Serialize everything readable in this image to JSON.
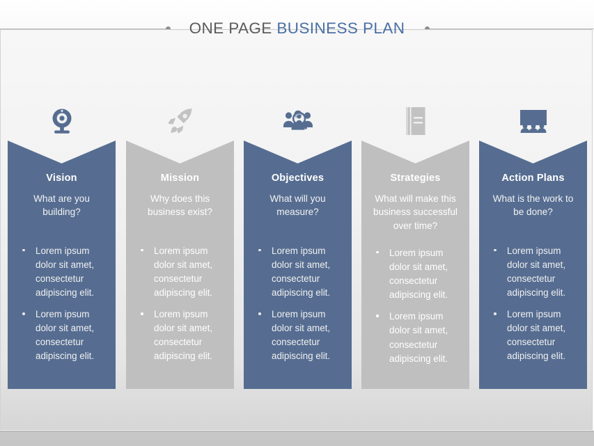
{
  "header": {
    "title_part1": "ONE PAGE",
    "title_part2": "BUSINESS PLAN",
    "title_color_1": "#5c5c5c",
    "title_color_2": "#4a6fa5"
  },
  "theme": {
    "blue": "#566d91",
    "gray": "#bfbfbf",
    "background": "#f2f2f2"
  },
  "columns": [
    {
      "key": "vision",
      "icon": "webcam-icon",
      "icon_color": "#566d91",
      "accent": "blue",
      "title": "Vision",
      "subtitle": "What are you building?",
      "bullets": [
        "Lorem ipsum dolor sit amet, consectetur adipiscing elit.",
        "Lorem ipsum dolor sit amet, consectetur adipiscing elit."
      ]
    },
    {
      "key": "mission",
      "icon": "rocket-icon",
      "icon_color": "#bfbfbf",
      "accent": "gray",
      "title": "Mission",
      "subtitle": "Why does this business exist?",
      "bullets": [
        "Lorem ipsum dolor sit amet, consectetur adipiscing elit.",
        "Lorem ipsum dolor sit amet, consectetur adipiscing elit."
      ]
    },
    {
      "key": "objectives",
      "icon": "people-search-icon",
      "icon_color": "#566d91",
      "accent": "blue",
      "title": "Objectives",
      "subtitle": "What will you measure?",
      "bullets": [
        "Lorem ipsum dolor sit amet, consectetur adipiscing elit.",
        "Lorem ipsum dolor sit amet, consectetur adipiscing elit."
      ]
    },
    {
      "key": "strategies",
      "icon": "book-icon",
      "icon_color": "#c6c6c6",
      "accent": "gray",
      "title": "Strategies",
      "subtitle": "What will make this business successful over time?",
      "bullets": [
        "Lorem ipsum dolor sit amet, consectetur adipiscing elit.",
        "Lorem ipsum dolor sit amet, consectetur adipiscing elit."
      ]
    },
    {
      "key": "action-plans",
      "icon": "presentation-audience-icon",
      "icon_color": "#566d91",
      "accent": "blue",
      "title": "Action Plans",
      "subtitle": "What is the work to be done?",
      "bullets": [
        "Lorem ipsum dolor sit amet, consectetur adipiscing elit.",
        "Lorem ipsum dolor sit amet, consectetur adipiscing elit."
      ]
    }
  ]
}
